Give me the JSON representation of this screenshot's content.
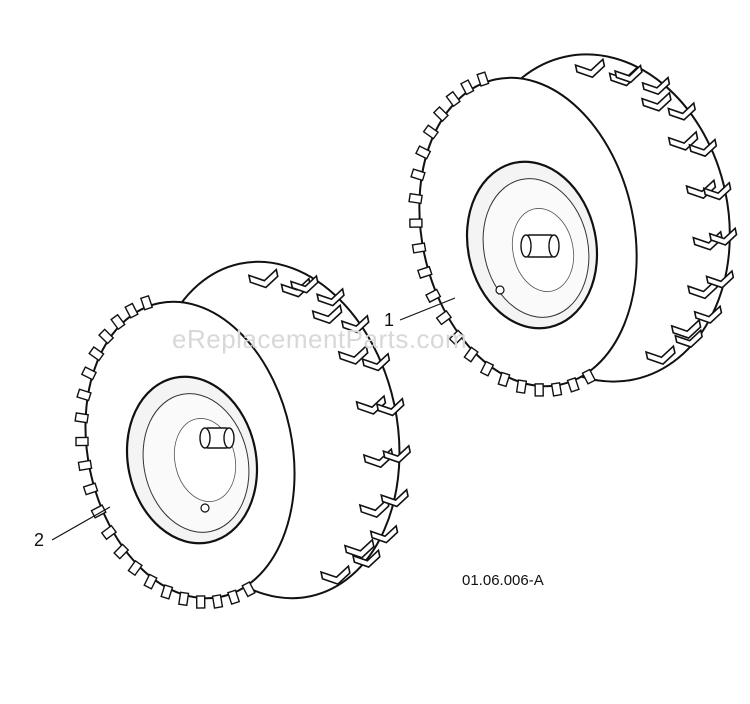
{
  "callouts": [
    {
      "id": "1",
      "label": "1"
    },
    {
      "id": "2",
      "label": "2"
    }
  ],
  "drawing_code": "01.06.006-A",
  "watermark": "eReplacementParts.com",
  "colors": {
    "line": "#111111",
    "fill": "#ffffff",
    "rim_shade": "#f2f2f2",
    "watermark": "#d8d8d8"
  }
}
